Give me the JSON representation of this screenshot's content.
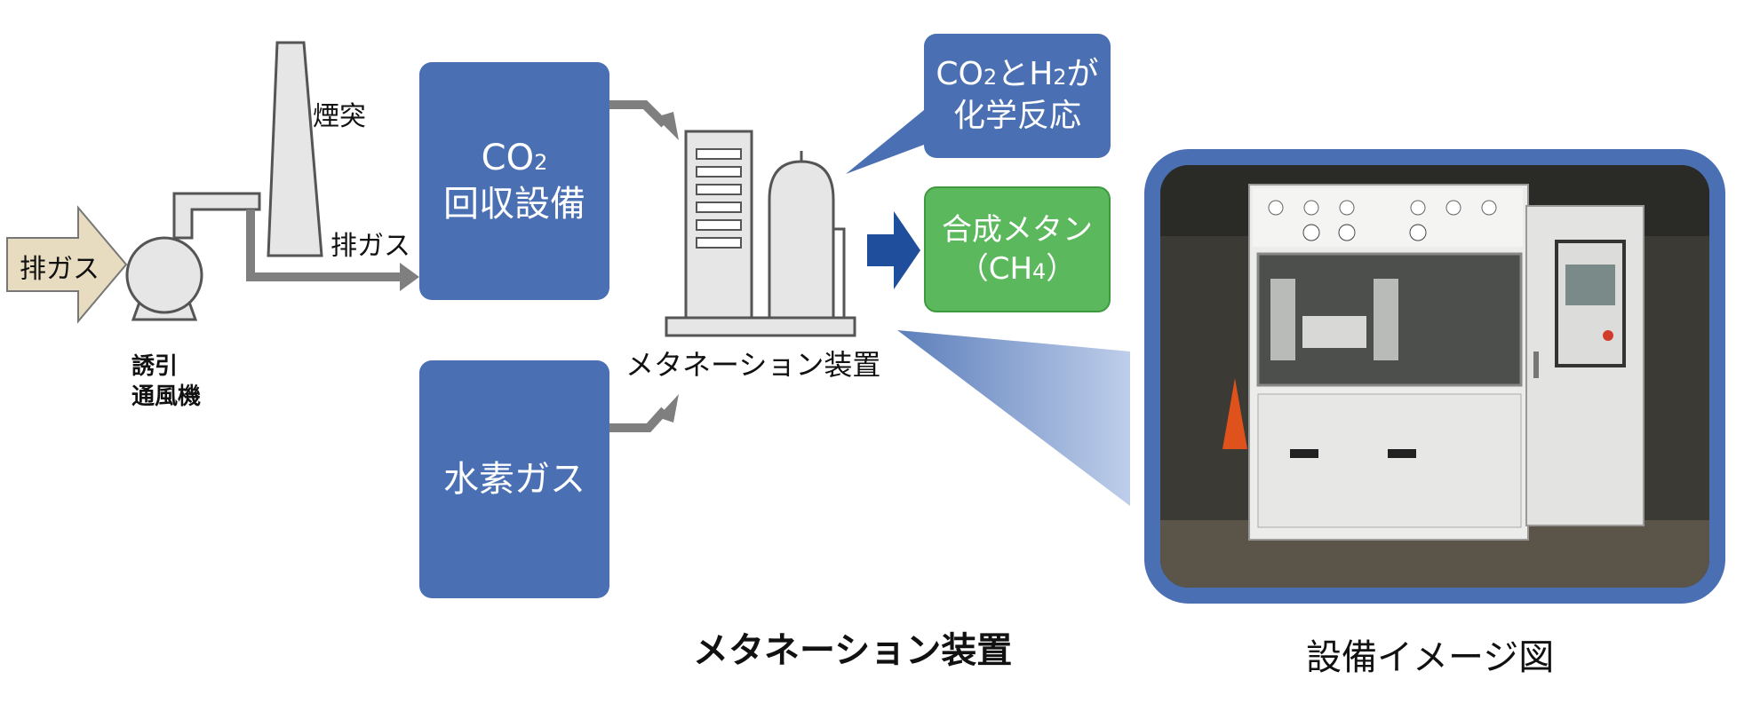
{
  "diagram": {
    "exhaust_in_label": "排ガス",
    "fan_label_line1": "誘引",
    "fan_label_line2": "通風機",
    "chimney_label": "煙突",
    "exhaust_pipe_label": "排ガス",
    "co2_box": {
      "line1_main": "CO",
      "line1_sub": "2",
      "line2": "回収設備"
    },
    "h2_box": {
      "label": "水素ガス"
    },
    "reaction_bubble": {
      "line1_a": "CO",
      "line1_a_sub": "2",
      "line1_b": "とH",
      "line1_b_sub": "2",
      "line1_c": "が",
      "line2": "化学反応"
    },
    "methane_box": {
      "line1": "合成メタン",
      "line2_open": "（CH",
      "line2_sub": "4",
      "line2_close": "）"
    },
    "apparatus_label": "メタネーション装置"
  },
  "captions": {
    "main": "メタネーション装置",
    "photo": "設備イメージ図"
  },
  "colors": {
    "box_blue": "#4a70b3",
    "methane_green": "#5cb85c",
    "arrow_gray": "#7f7f7f",
    "arrow_navy": "#1f4e9c",
    "input_arrow_fill": "#e8dcc0"
  }
}
